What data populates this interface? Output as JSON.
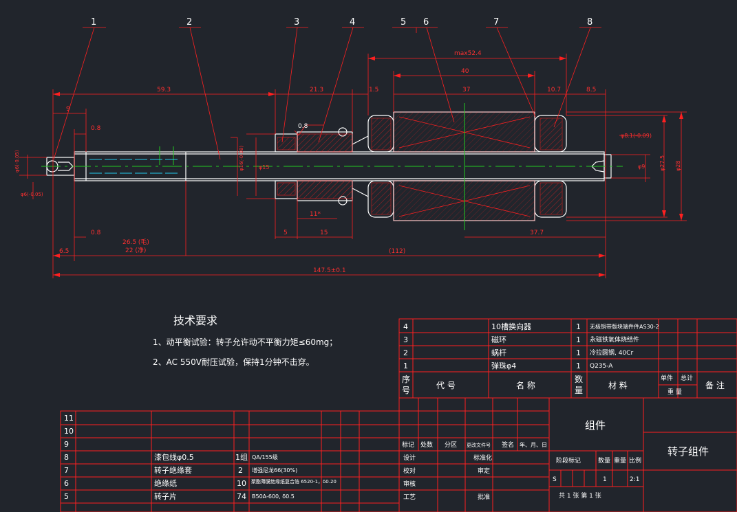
{
  "balloons": [
    "1",
    "2",
    "3",
    "4",
    "5",
    "6",
    "7",
    "8"
  ],
  "dims": {
    "max52": "max52.4",
    "d40": "40",
    "d59": "59.3",
    "d21": "21.3",
    "d15": "1.5",
    "d37": "37",
    "d107": "10.7",
    "d85": "8.5",
    "d9": "9",
    "d08a": "0.8",
    "d08b": "0.8",
    "dphi15": "φ15",
    "dphi16": "φ16(-0.08)",
    "dphi6a": "φ6(-0.05)",
    "dphi6b": "φ6(-0.05)",
    "dphi8": "φ8.1(-0.09)",
    "dphi9": "φ9",
    "dphi275": "φ27.5",
    "dphi28": "φ28",
    "d11": "11*",
    "d5": "5",
    "d15b": "15",
    "d377": "37.7",
    "d65": "6.5",
    "d265": "26.5 (毛)",
    "d22": "22 (净)",
    "d112": "(112)",
    "d1475": "147.5±0.1",
    "rough": "0.8"
  },
  "requirements": {
    "title": "技术要求",
    "line1": "1、动平衡试验：转子允许动不平衡力矩≤60mg；",
    "line2": "2、AC 550V耐压试验，保持1分钟不击穿。"
  },
  "bom_top": [
    {
      "seq": "4",
      "name": "10槽换向器",
      "qty": "1",
      "mat": "无极铜带版块端件件AS30-2"
    },
    {
      "seq": "3",
      "name": "磁环",
      "qty": "1",
      "mat": "永磁铁氧体烧结件"
    },
    {
      "seq": "2",
      "name": "蜗杆",
      "qty": "1",
      "mat": "冷拉圆钢, 40Cr"
    },
    {
      "seq": "1",
      "name": "弹珠φ4",
      "qty": "1",
      "mat": "Q235-A"
    }
  ],
  "bom_header": {
    "seq": "序\n号",
    "code": "代 号",
    "name": "名 称",
    "qty": "数\n量",
    "mat": "材 料",
    "unit": "单件",
    "total": "总计",
    "weight": "重 量",
    "note": "备 注"
  },
  "bom_bottom": [
    {
      "seq": "11",
      "name": "",
      "qty": "",
      "mat": ""
    },
    {
      "seq": "10",
      "name": "",
      "qty": "",
      "mat": ""
    },
    {
      "seq": "9",
      "name": "",
      "qty": "",
      "mat": ""
    },
    {
      "seq": "8",
      "name": "漆包线φ0.5",
      "qty": "1组",
      "mat": "QA/155级"
    },
    {
      "seq": "7",
      "name": "转子绝缘套",
      "qty": "2",
      "mat": "增强尼龙66(30%)"
    },
    {
      "seq": "6",
      "name": "绝缘纸",
      "qty": "10",
      "mat": "聚酯薄膜绝缘纸复合箔 6520-1，δ0.20"
    },
    {
      "seq": "5",
      "name": "转子片",
      "qty": "74",
      "mat": "B50A-600, δ0.5"
    }
  ],
  "title_block": {
    "group": "组件",
    "name": "转子组件",
    "r1": [
      "标记",
      "处数",
      "分区",
      "更改文件号",
      "签名",
      "年、月、日"
    ],
    "design": "设计",
    "std": "标准化",
    "check": "校对",
    "review": "审定",
    "audit": "审核",
    "craft": "工艺",
    "approve": "批准",
    "stage": "阶段标记",
    "qty": "数量",
    "weight": "重量",
    "scale": "比例",
    "s": "S",
    "one": "1",
    "ratio": "2:1",
    "sheets": "共  1  张     第  1  张"
  }
}
